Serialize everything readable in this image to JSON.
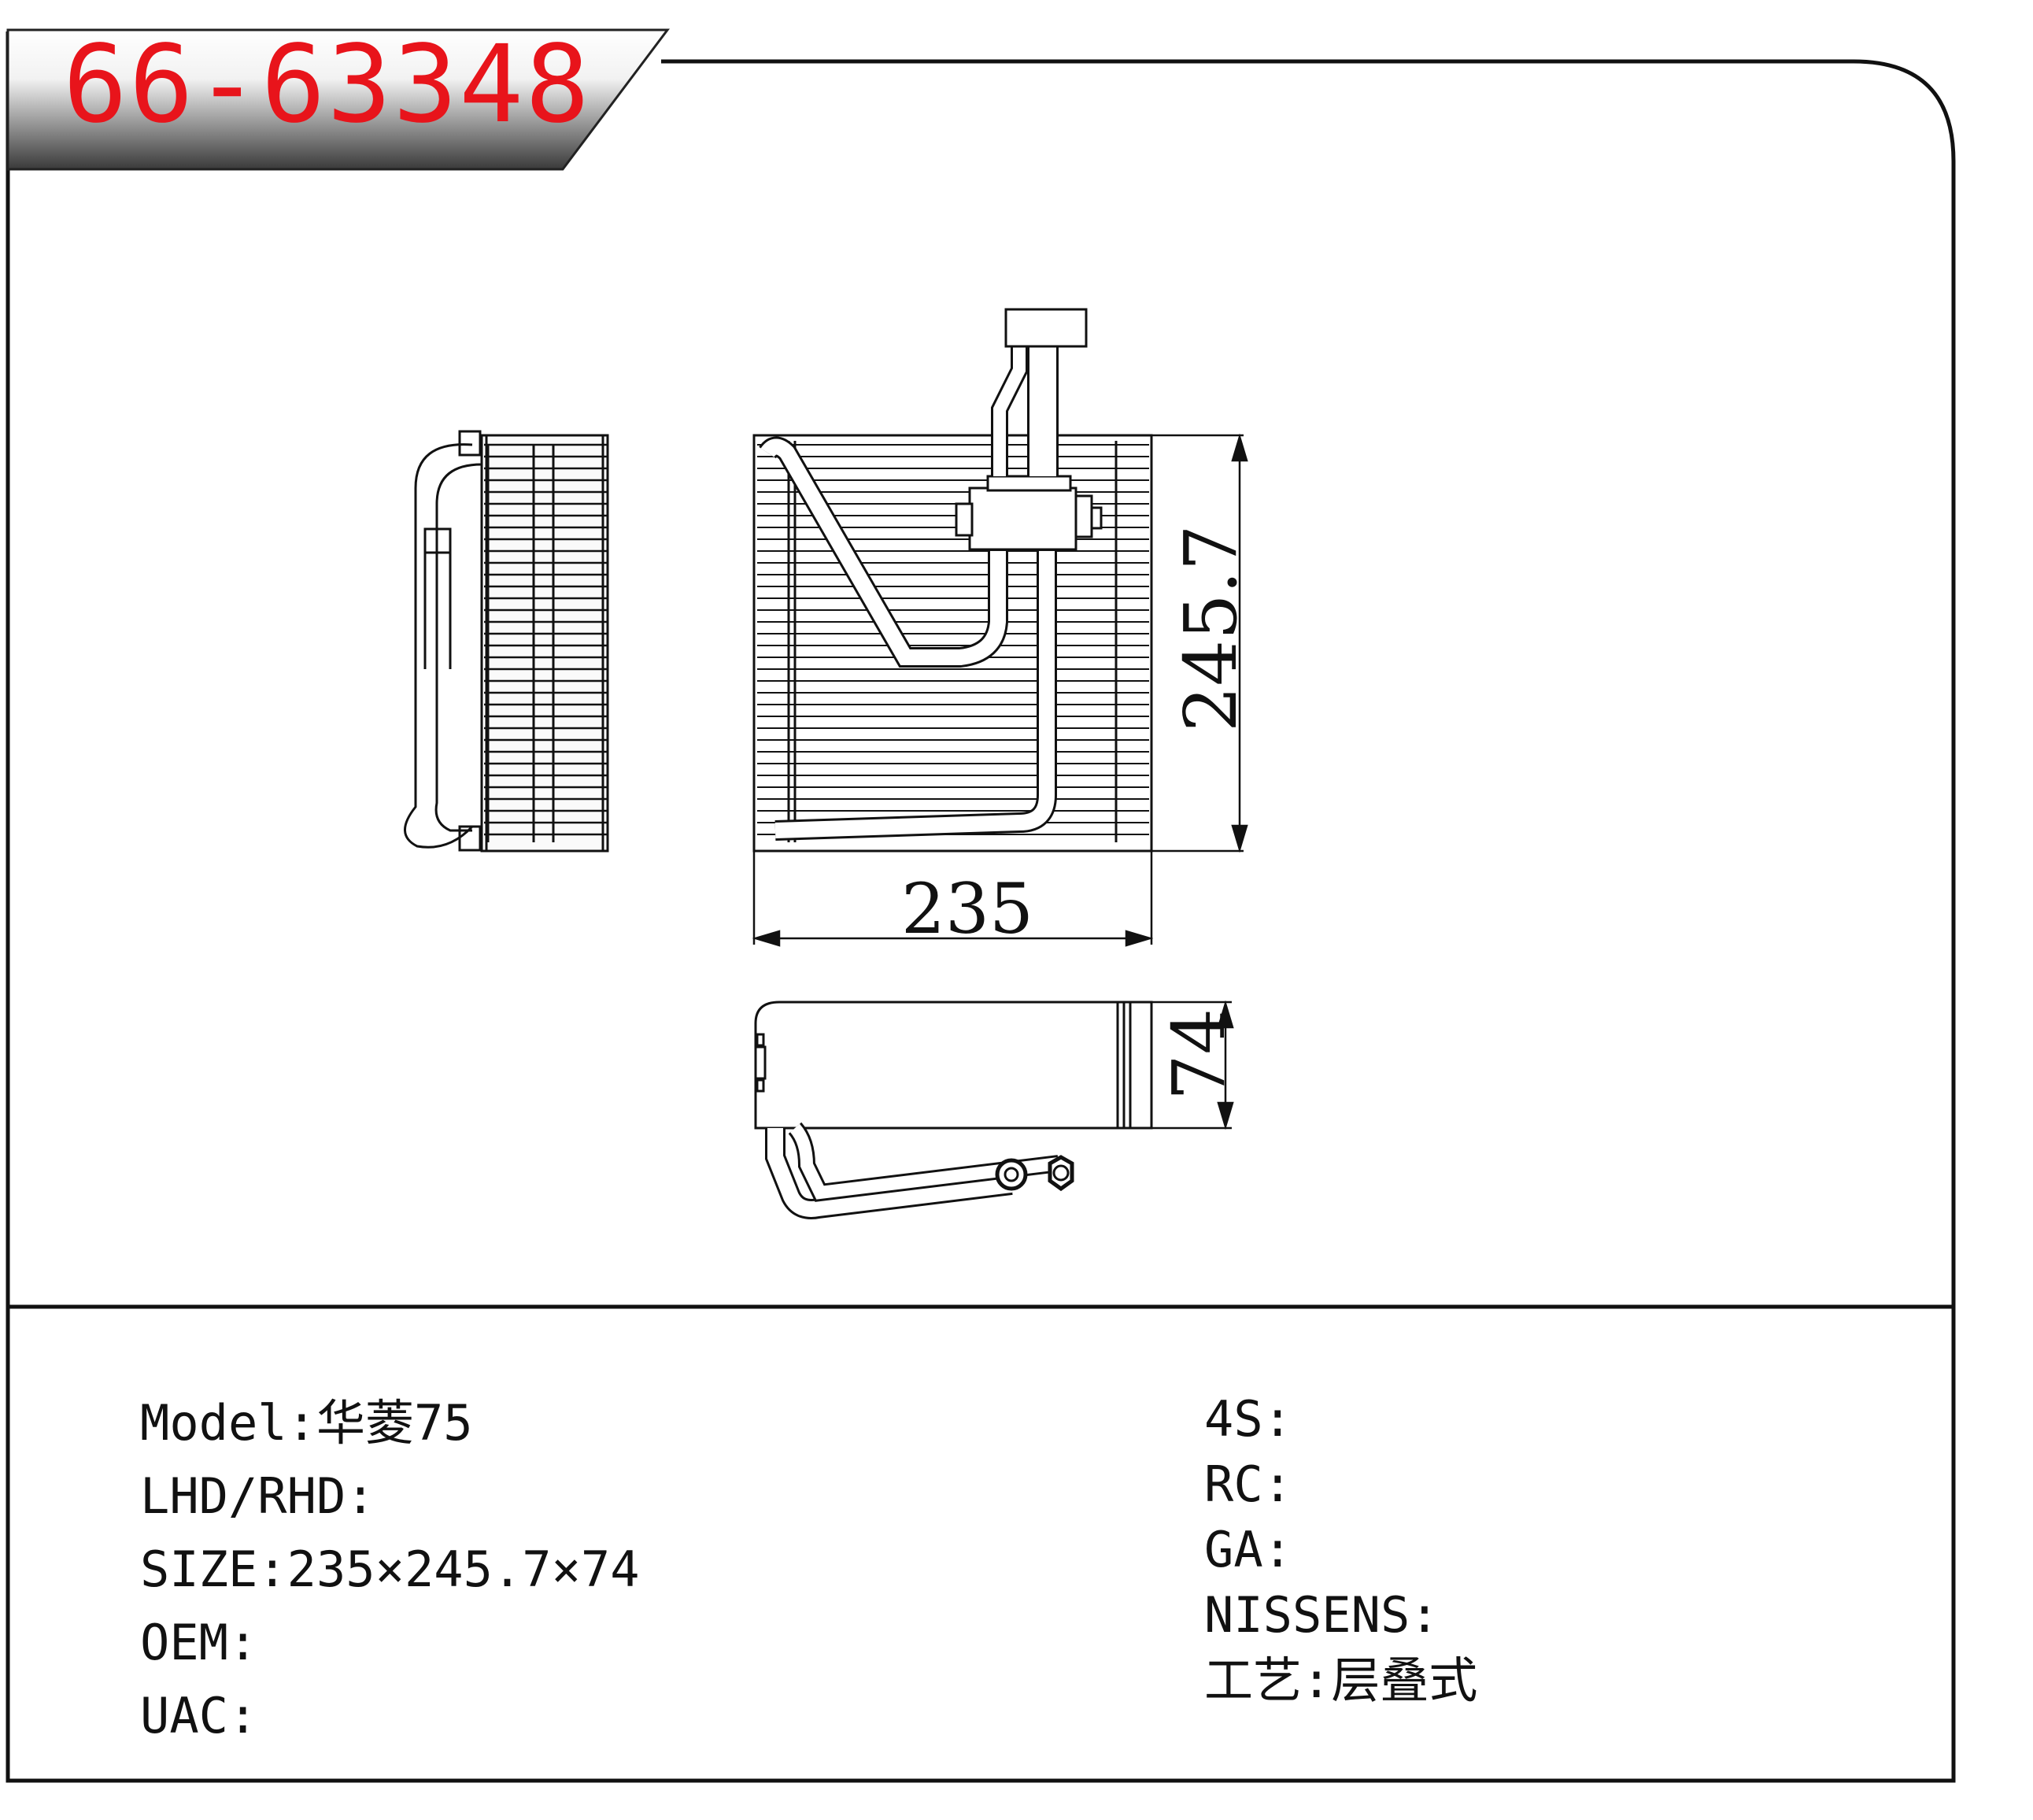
{
  "header": {
    "part_number": "66-63348"
  },
  "drawing": {
    "dimensions": {
      "width": "235",
      "height": "245.7",
      "depth": "74"
    }
  },
  "specs_left": [
    {
      "label": "Model:",
      "value": "华菱75"
    },
    {
      "label": "LHD/RHD:",
      "value": ""
    },
    {
      "label": "SIZE:",
      "value": "235×245.7×74"
    },
    {
      "label": "OEM:",
      "value": ""
    },
    {
      "label": "UAC:",
      "value": ""
    }
  ],
  "specs_right": [
    {
      "label": "4S:",
      "value": ""
    },
    {
      "label": "RC:",
      "value": ""
    },
    {
      "label": "GA:",
      "value": ""
    },
    {
      "label": "NISSENS:",
      "value": ""
    },
    {
      "label": "工艺:",
      "value": "层叠式"
    }
  ],
  "colors": {
    "part_number": "#e8141b",
    "frame": "#111111"
  }
}
